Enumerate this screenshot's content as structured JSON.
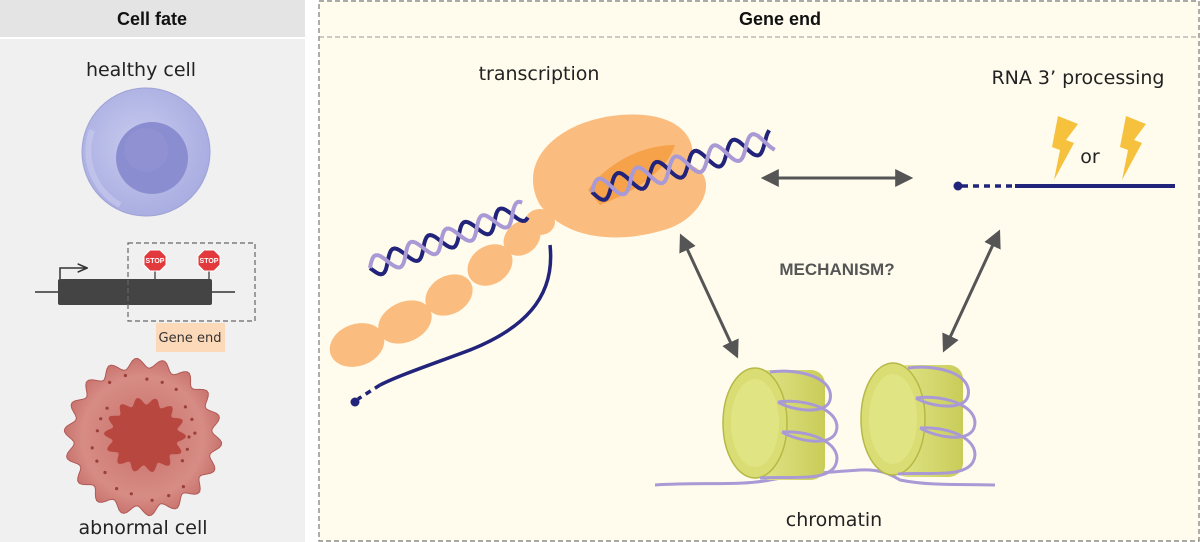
{
  "left_panel": {
    "title": "Cell fate",
    "healthy_label": "healthy cell",
    "abnormal_label": "abnormal cell",
    "gene_end_label": "Gene end",
    "stop_sign_text": "STOP"
  },
  "right_panel": {
    "title": "Gene end",
    "transcription_label": "transcription",
    "processing_label": "RNA 3’ processing",
    "or_label": "or",
    "mechanism_label": "MECHANISM?",
    "chromatin_label": "chromatin"
  },
  "colors": {
    "panel_left_bg": "#f0f0f0",
    "panel_right_bg": "#fffcee",
    "polymerase": "#fbbd7f",
    "rna_strand": "#22237a",
    "dna_strand_1": "#22237a",
    "dna_strand_2": "#a99ad6",
    "nucleosome": "#d7da70",
    "lightning": "#f6c13c",
    "healthy_cell": "#b5b8e4",
    "abnormal_cell": "#c46a66",
    "stop_sign": "#e2393c"
  }
}
